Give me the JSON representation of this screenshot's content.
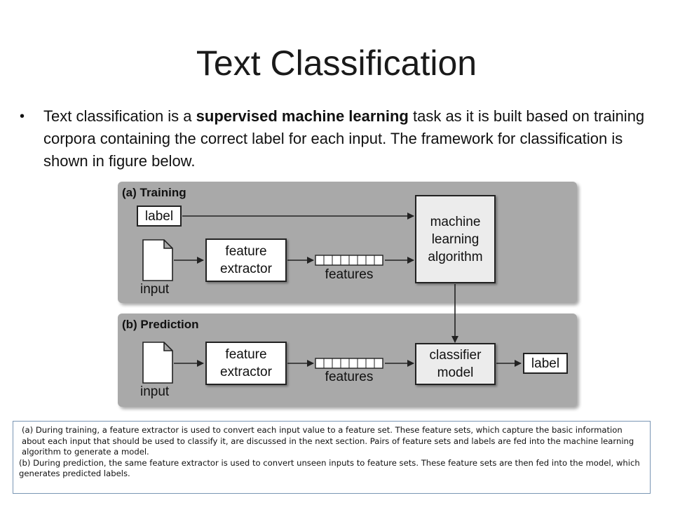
{
  "slide": {
    "title": "Text Classification",
    "bullet": {
      "marker": "•",
      "text_pre": "Text classification is a ",
      "text_bold": "supervised machine learning",
      "text_post": " task as it is built based on training corpora containing the correct label for each input. The framework for classification is shown in figure below."
    }
  },
  "diagram": {
    "training": {
      "title": "(a) Training",
      "label_box": "label",
      "input_label": "input",
      "extractor_line1": "feature",
      "extractor_line2": "extractor",
      "features_label": "features",
      "algorithm_line1": "machine",
      "algorithm_line2": "learning",
      "algorithm_line3": "algorithm"
    },
    "prediction": {
      "title": "(b) Prediction",
      "input_label": "input",
      "extractor_line1": "feature",
      "extractor_line2": "extractor",
      "features_label": "features",
      "model_line1": "classifier",
      "model_line2": "model",
      "output_label": "label"
    }
  },
  "caption": {
    "part_a": "(a) During training, a feature extractor is used to convert each input value to a feature set. These feature sets, which capture the basic information about each input that should be used to classify it, are discussed in the next section. Pairs of feature sets and labels are fed into the machine learning algorithm to generate a model.",
    "part_b": "(b) During prediction, the same feature extractor is used to convert unseen inputs to feature sets. These feature sets are then fed into the model, which generates predicted labels."
  }
}
